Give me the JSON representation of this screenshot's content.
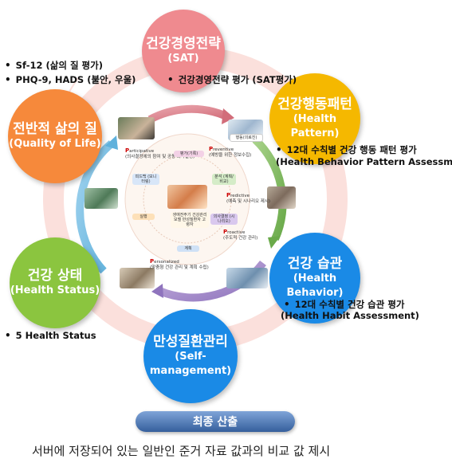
{
  "colors": {
    "pink": "#ef8a8f",
    "yellow": "#f5b800",
    "blue": "#1a8ae6",
    "green": "#8bc53f",
    "orange": "#f6893b",
    "ring": "#f9dcd8"
  },
  "circles": {
    "sat": {
      "title": "건강경영전략",
      "sub": "(SAT)"
    },
    "pattern": {
      "title": "건강행동패턴",
      "sub": "(Health Pattern)"
    },
    "habit": {
      "title": "건강 습관",
      "sub": "(Health Behavior)"
    },
    "self": {
      "title": "만성질환관리",
      "sub": "(Self-management)"
    },
    "status": {
      "title": "건강 상태",
      "sub": "(Health Status)"
    },
    "qol": {
      "title": "전반적 삶의 질",
      "sub": "(Quality of Life)"
    }
  },
  "notes": {
    "qol_1": "Sf-12 (삶의 질 평가)",
    "qol_2": "PHQ-9, HADS (불안, 우울)",
    "sat": "건강경영전략 평가 (SAT평가)",
    "pattern_1": "12대 수칙별 건강 행동 패턴 평가",
    "pattern_2": "(Health Behavior Pattern Assessment)",
    "habit_1": "12대 수칙별 건강 습관 평가",
    "habit_2": "(Health Habit Assessment)",
    "status": "5 Health Status"
  },
  "center": {
    "participative_letter": "P",
    "participative": "articipative",
    "participative_desc": "(의사결정에의 참여 및 공동 의사결정)",
    "preventive_letter": "P",
    "preventive": "reventive",
    "preventive_desc": "(예방을 위한 정보수집)",
    "predictive_letter": "P",
    "predictive": "redictive",
    "predictive_desc": "(예측 및 시나리오 제시)",
    "proactive_letter": "P",
    "proactive": "roactive",
    "proactive_desc": "(주도적 건강 관리)",
    "personalized_letter": "P",
    "personalized": "ersonalized",
    "personalized_desc": "(맞춤형 건강 관리 및 계획 수립)",
    "nodes": {
      "eval": "평가(기록)",
      "feedback": "피드백 (모니터링)",
      "execute": "실행",
      "plan": "계획",
      "analysis": "분석 (계획/비교)",
      "decision": "의사결정 (시나리오)",
      "behavior": "행동(의료진)",
      "core": "생애전주기 건강관리 모델 만성질환자 고령자"
    }
  },
  "final_banner": "최종 산출",
  "footer": "서버에 저장되어 있는 일반인 준거 자료 값과의 비교 값 제시"
}
